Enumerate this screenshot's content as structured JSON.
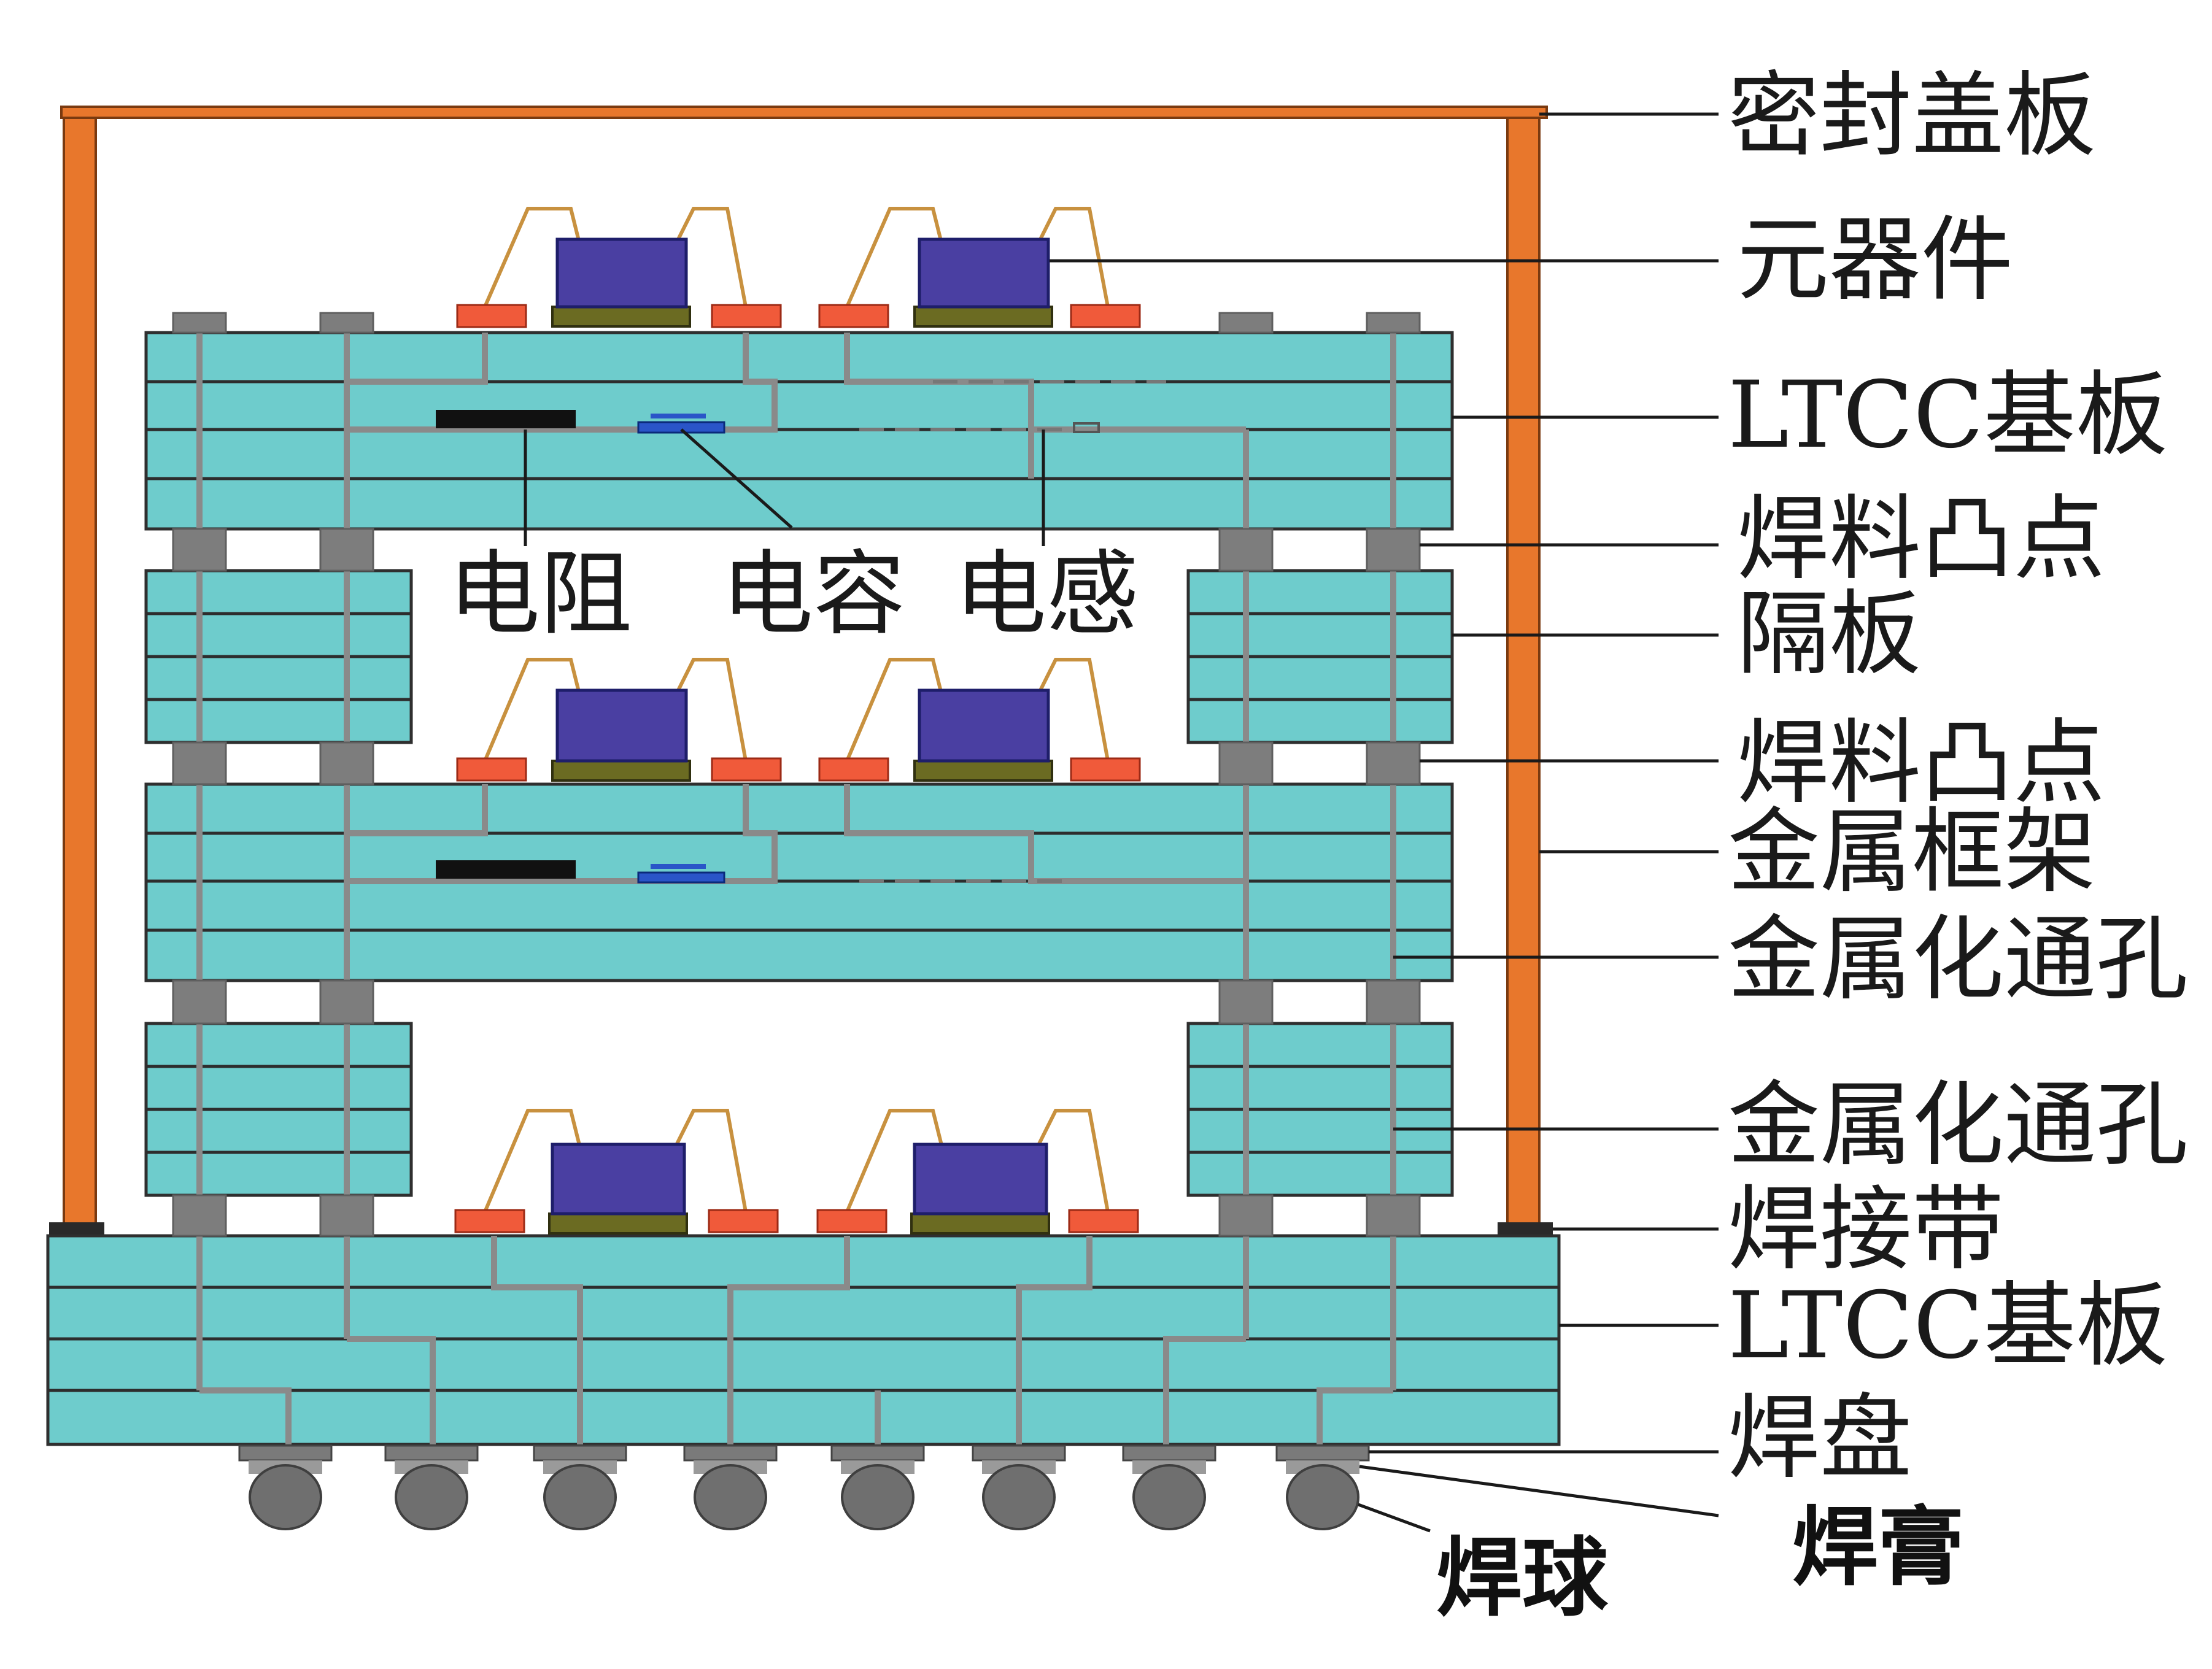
{
  "colors": {
    "substrate": "#6ecccc",
    "substrate_edge": "#2f2f2f",
    "frame": "#e8772c",
    "bump": "#7d7d7d",
    "chip": "#4a3fa2",
    "pad": "#f05a3a",
    "wire": "#c8913f",
    "resistor": "#111111",
    "capacitor": "#2a55c8",
    "solder_ball": "#6f6f6f"
  },
  "labels": {
    "cover_plate": "密封盖板",
    "components": "元器件",
    "ltcc_top": "LTCC基板",
    "solder_bump_1": "焊料凸点",
    "spacer": "隔板",
    "solder_bump_2": "焊料凸点",
    "metal_frame": "金属框架",
    "metal_via_1": "金属化通孔",
    "metal_via_2": "金属化通孔",
    "solder_strip": "焊接带",
    "ltcc_bottom": "LTCC基板",
    "pad": "焊盘",
    "solder_paste": "焊膏",
    "solder_ball": "焊球",
    "resistor": "电阻",
    "capacitor": "电容",
    "inductor": "电感"
  }
}
